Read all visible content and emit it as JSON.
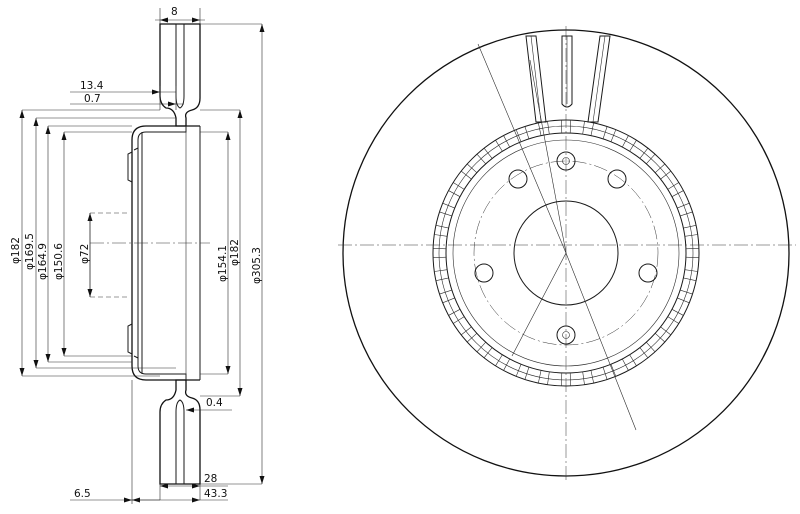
{
  "dimensions": {
    "vane_thickness": "8",
    "offset_13_4": "13.4",
    "offset_0_7": "0.7",
    "dia_182_left": "φ182",
    "dia_169_5": "φ169.5",
    "dia_164_9": "φ164.9",
    "dia_150_6": "φ150.6",
    "dia_72": "φ72",
    "dia_154_1": "φ154.1",
    "dia_182_right": "φ182",
    "dia_305_3": "φ305.3",
    "gap_0_4": "0.4",
    "width_28": "28",
    "height_43_3": "43.3",
    "offset_6_5": "6.5"
  }
}
